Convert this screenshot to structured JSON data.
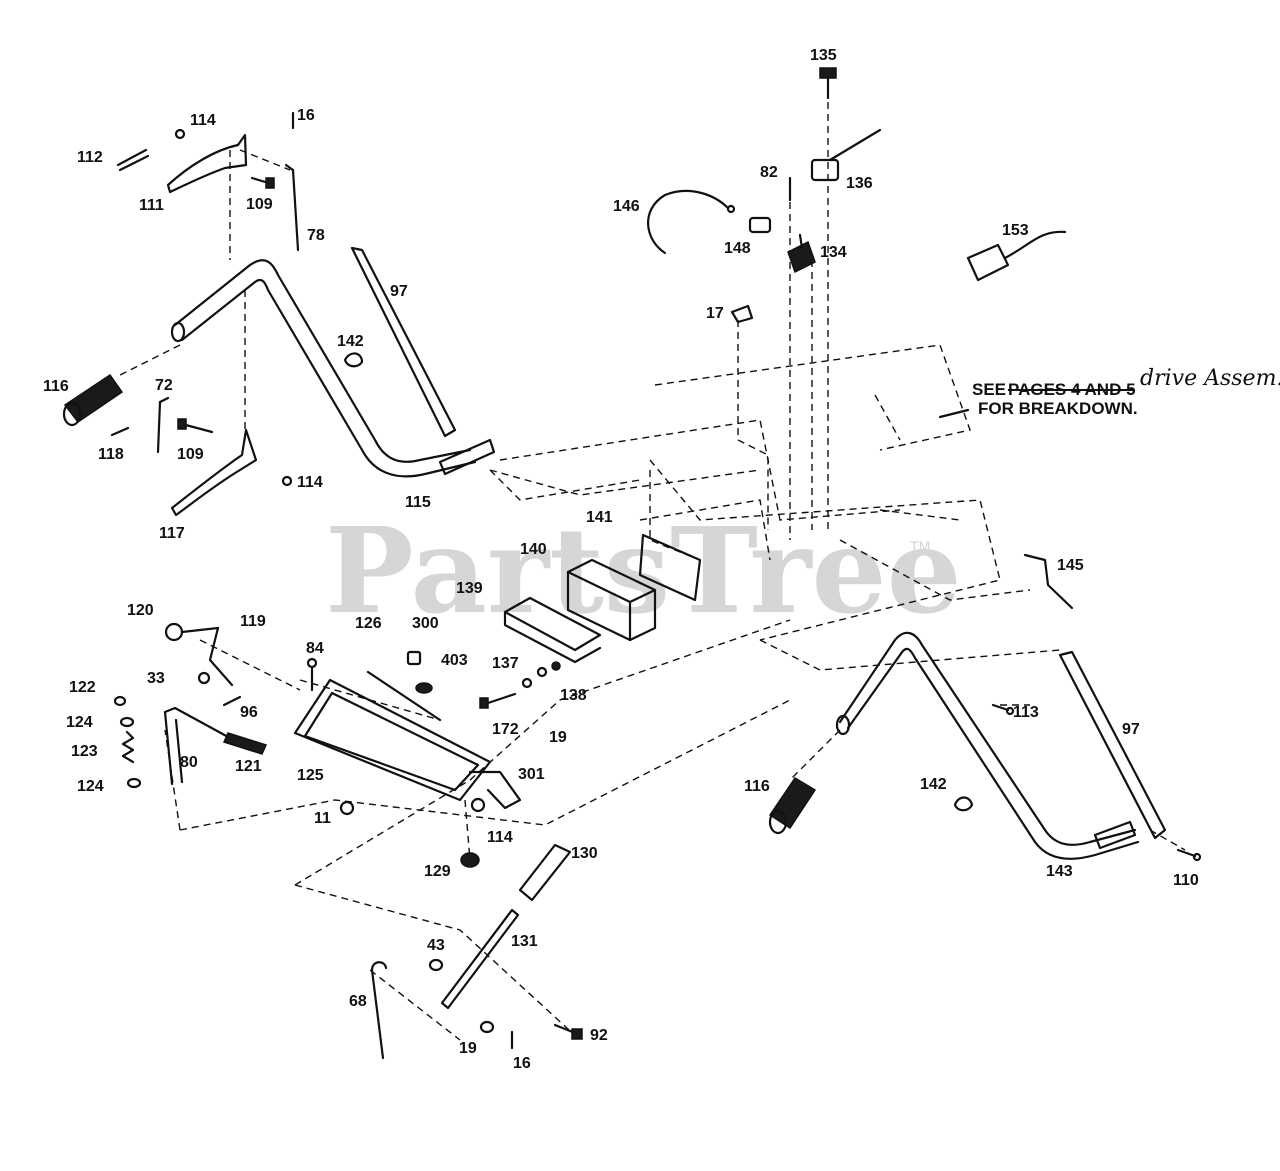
{
  "watermark": {
    "text": "PartsTree",
    "tm": "TM"
  },
  "note": {
    "see": "SEE",
    "struck": "PAGES 4 AND 5",
    "handwritten": "drive Assem.",
    "line2": "FOR BREAKDOWN."
  },
  "callouts": {
    "c135": "135",
    "c136": "136",
    "c82": "82",
    "c146": "146",
    "c148": "148",
    "c134": "134",
    "c153": "153",
    "c17": "17",
    "c114a": "114",
    "c16a": "16",
    "c112": "112",
    "c111": "111",
    "c109a": "109",
    "c78": "78",
    "c97a": "97",
    "c142a": "142",
    "c116a": "116",
    "c72": "72",
    "c118": "118",
    "c109b": "109",
    "c114b": "114",
    "c115": "115",
    "c117": "117",
    "c141": "141",
    "c140": "140",
    "c139": "139",
    "c145": "145",
    "c120": "120",
    "c119": "119",
    "c84": "84",
    "c126": "126",
    "c300": "300",
    "c403": "403",
    "c137": "137",
    "c138": "138",
    "c33": "33",
    "c122": "122",
    "c96": "96",
    "c124a": "124",
    "c123": "123",
    "c80": "80",
    "c121": "121",
    "c124b": "124",
    "c125": "125",
    "c172": "172",
    "c19a": "19",
    "c301": "301",
    "c113": "113",
    "c97b": "97",
    "c11": "11",
    "c114c": "114",
    "c130": "130",
    "c129": "129",
    "c116b": "116",
    "c142b": "142",
    "c143": "143",
    "c110": "110",
    "c131": "131",
    "c43": "43",
    "c68": "68",
    "c92": "92",
    "c19b": "19",
    "c16b": "16"
  }
}
